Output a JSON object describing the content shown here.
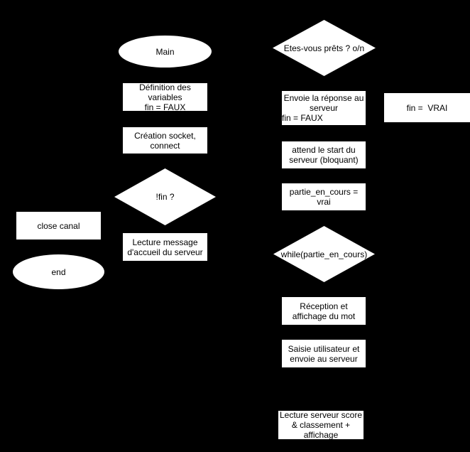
{
  "diagram": {
    "type": "flowchart",
    "colors": {
      "background": "#000000",
      "shape_fill": "#ffffff",
      "text_color": "#000000"
    },
    "nodes": [
      {
        "id": "main-start",
        "shape": "ellipse",
        "label": "Main"
      },
      {
        "id": "definition-variables",
        "shape": "rect",
        "label": "Définition des\nvariables\nfin = FAUX"
      },
      {
        "id": "creation-socket",
        "shape": "rect",
        "label": "Création socket,\nconnect"
      },
      {
        "id": "fin-decision",
        "shape": "diamond",
        "label": "!fin ?"
      },
      {
        "id": "close-canal",
        "shape": "rect",
        "label": "close canal"
      },
      {
        "id": "end-terminator",
        "shape": "ellipse",
        "label": "end"
      },
      {
        "id": "lecture-message",
        "shape": "rect",
        "label": "Lecture message\nd'accueil du serveur"
      },
      {
        "id": "etes-vous-prets",
        "shape": "diamond",
        "label": "Etes-vous prêts ? o/n"
      },
      {
        "id": "envoie-reponse",
        "shape": "rect",
        "label": "Envoie la réponse au\nserveur",
        "label_sub": "fin = FAUX"
      },
      {
        "id": "fin-vrai",
        "shape": "rect",
        "label": "fin =  VRAI"
      },
      {
        "id": "attend-start",
        "shape": "rect",
        "label": "attend le start du\nserveur (bloquant)"
      },
      {
        "id": "partie-en-cours",
        "shape": "rect",
        "label": "partie_en_cours =\nvrai"
      },
      {
        "id": "while-decision",
        "shape": "diamond",
        "label": "while(partie_en_cours)"
      },
      {
        "id": "reception-mot",
        "shape": "rect",
        "label": "Réception et\naffichage du mot"
      },
      {
        "id": "saisie-utilisateur",
        "shape": "rect",
        "label": "Saisie utilisateur et\nenvoie au serveur"
      },
      {
        "id": "lecture-score",
        "shape": "rect",
        "label": "Lecture serveur score\n& classement +\naffichage"
      }
    ]
  }
}
